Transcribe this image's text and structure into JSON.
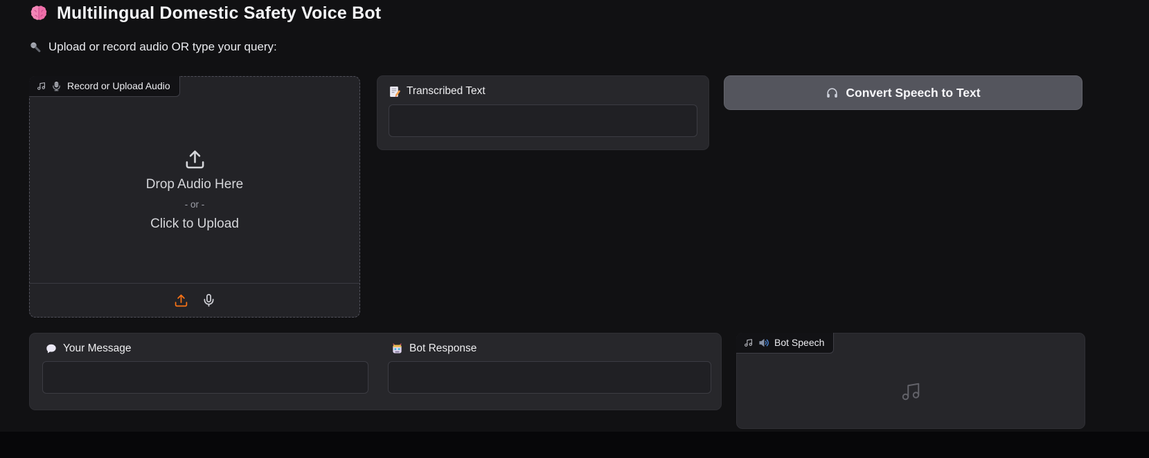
{
  "header": {
    "title": "Multilingual Domestic Safety Voice Bot",
    "title_icon": "brain",
    "subtitle": "Upload or record audio OR type your query:",
    "subtitle_icon": "microphone"
  },
  "audio_input": {
    "label": "Record or Upload Audio",
    "label_icons": [
      "music-notes",
      "studio-microphone"
    ],
    "dropzone": {
      "icon": "upload-tray",
      "title": "Drop Audio Here",
      "separator": "- or -",
      "subtitle": "Click to Upload"
    },
    "toolbar": {
      "upload_icon": "upload-tray",
      "record_icon": "microphone",
      "active_color": "#f97316"
    }
  },
  "transcribed_text": {
    "icon": "memo",
    "label": "Transcribed Text",
    "value": ""
  },
  "convert_button": {
    "icon": "headphones",
    "label": "Convert Speech to Text"
  },
  "your_message": {
    "icon": "speech-balloon",
    "label": "Your Message",
    "value": ""
  },
  "bot_response": {
    "icon": "robot",
    "label": "Bot Response",
    "value": ""
  },
  "bot_speech": {
    "label": "Bot Speech",
    "label_icons": [
      "music-notes",
      "speaker"
    ],
    "empty_state_icon": "music-notes"
  },
  "colors": {
    "app_background": "#111113",
    "block_background": "#27272b",
    "accent_orange": "#f97316",
    "button_background": "#54555d"
  }
}
